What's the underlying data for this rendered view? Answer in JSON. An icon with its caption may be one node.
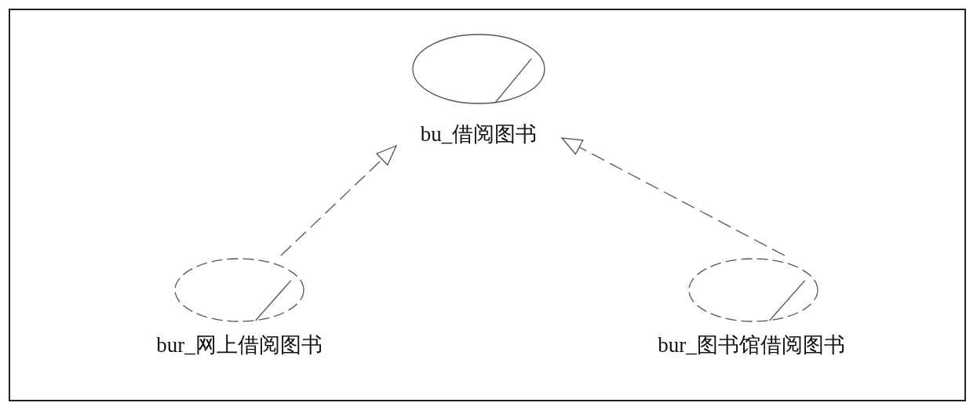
{
  "diagram": {
    "nodes": [
      {
        "text": [
          "bu_借阅图书"
        ]
      },
      {
        "text": [
          "bur_网上借阅图书"
        ]
      },
      {
        "text": [
          "bur_图书馆借阅图书"
        ]
      }
    ],
    "edges": [
      {
        "from": 1,
        "to": 0,
        "arrow": "to",
        "style": "dashed"
      },
      {
        "from": 2,
        "to": 0,
        "arrow": "to",
        "style": "dashed"
      }
    ]
  }
}
